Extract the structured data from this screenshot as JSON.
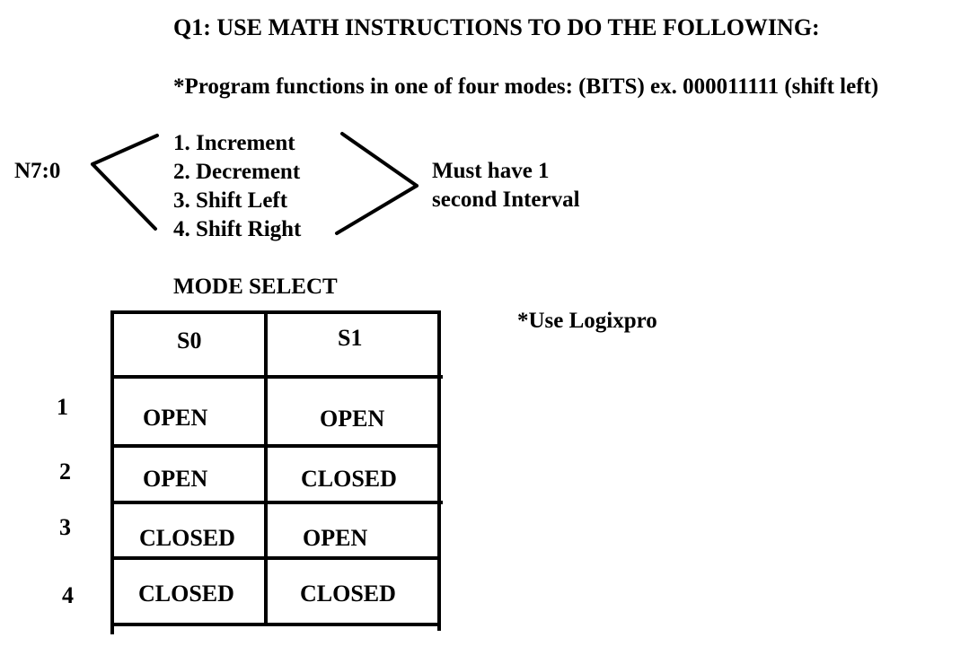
{
  "heading": "Q1: USE MATH INSTRUCTIONS TO DO THE FOLLOWING:",
  "program_note": "*Program functions in one of four modes: (BITS) ex. 000011111 (shift left)",
  "register_label": "N7:0",
  "modes": [
    "1. Increment",
    "2. Decrement",
    "3. Shift Left",
    "4. Shift Right"
  ],
  "interval_note": {
    "line1": "Must have 1",
    "line2": "second Interval"
  },
  "mode_select_title": "MODE SELECT",
  "logixpro_note": "*Use Logixpro",
  "table": {
    "headers": [
      "S0",
      "S1"
    ],
    "rows": [
      {
        "num": "1",
        "s0": "OPEN",
        "s1": "OPEN"
      },
      {
        "num": "2",
        "s0": "OPEN",
        "s1": "CLOSED"
      },
      {
        "num": "3",
        "s0": "CLOSED",
        "s1": "OPEN"
      },
      {
        "num": "4",
        "s0": "CLOSED",
        "s1": "CLOSED"
      }
    ]
  }
}
